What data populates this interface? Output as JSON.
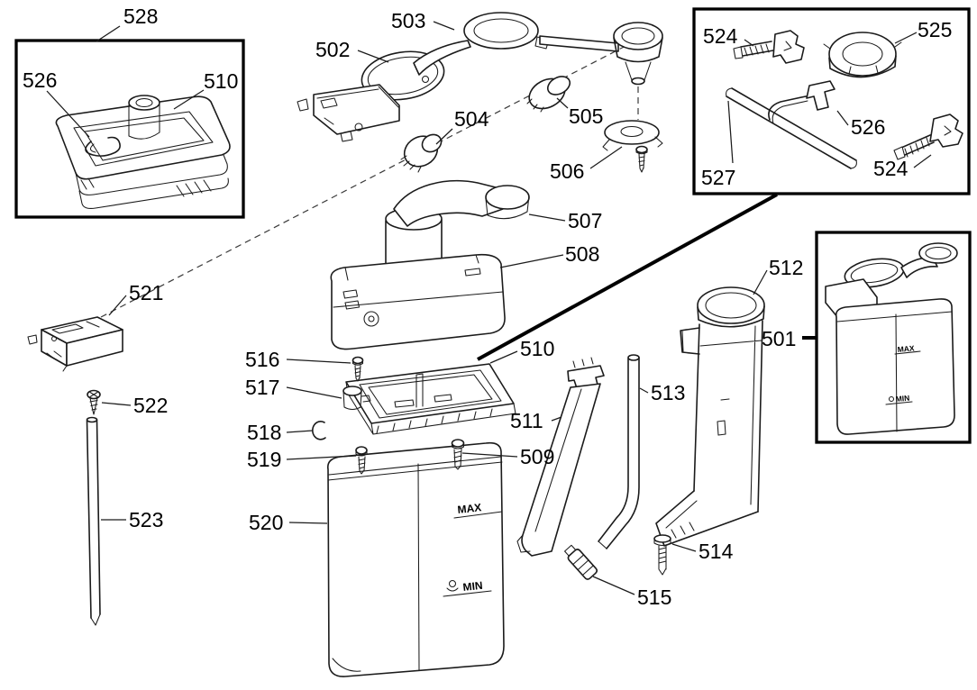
{
  "figure": {
    "kind": "exploded-parts-diagram",
    "colors": {
      "ink": "#1b1b1b",
      "background": "#ffffff"
    },
    "callouts": {
      "c501": "501",
      "c502": "502",
      "c503": "503",
      "c504": "504",
      "c505": "505",
      "c506": "506",
      "c507": "507",
      "c508": "508",
      "c509": "509",
      "c510_main": "510",
      "c510_tray": "510",
      "c511": "511",
      "c512": "512",
      "c513": "513",
      "c514": "514",
      "c515": "515",
      "c516": "516",
      "c517": "517",
      "c518": "518",
      "c519": "519",
      "c520": "520",
      "c521": "521",
      "c522": "522",
      "c523": "523",
      "c524_left": "524",
      "c524_right": "524",
      "c525": "525",
      "c526_tray": "526",
      "c526_clip": "526",
      "c527": "527",
      "c528": "528"
    },
    "markings": {
      "max": "MAX",
      "min": "MIN"
    }
  }
}
